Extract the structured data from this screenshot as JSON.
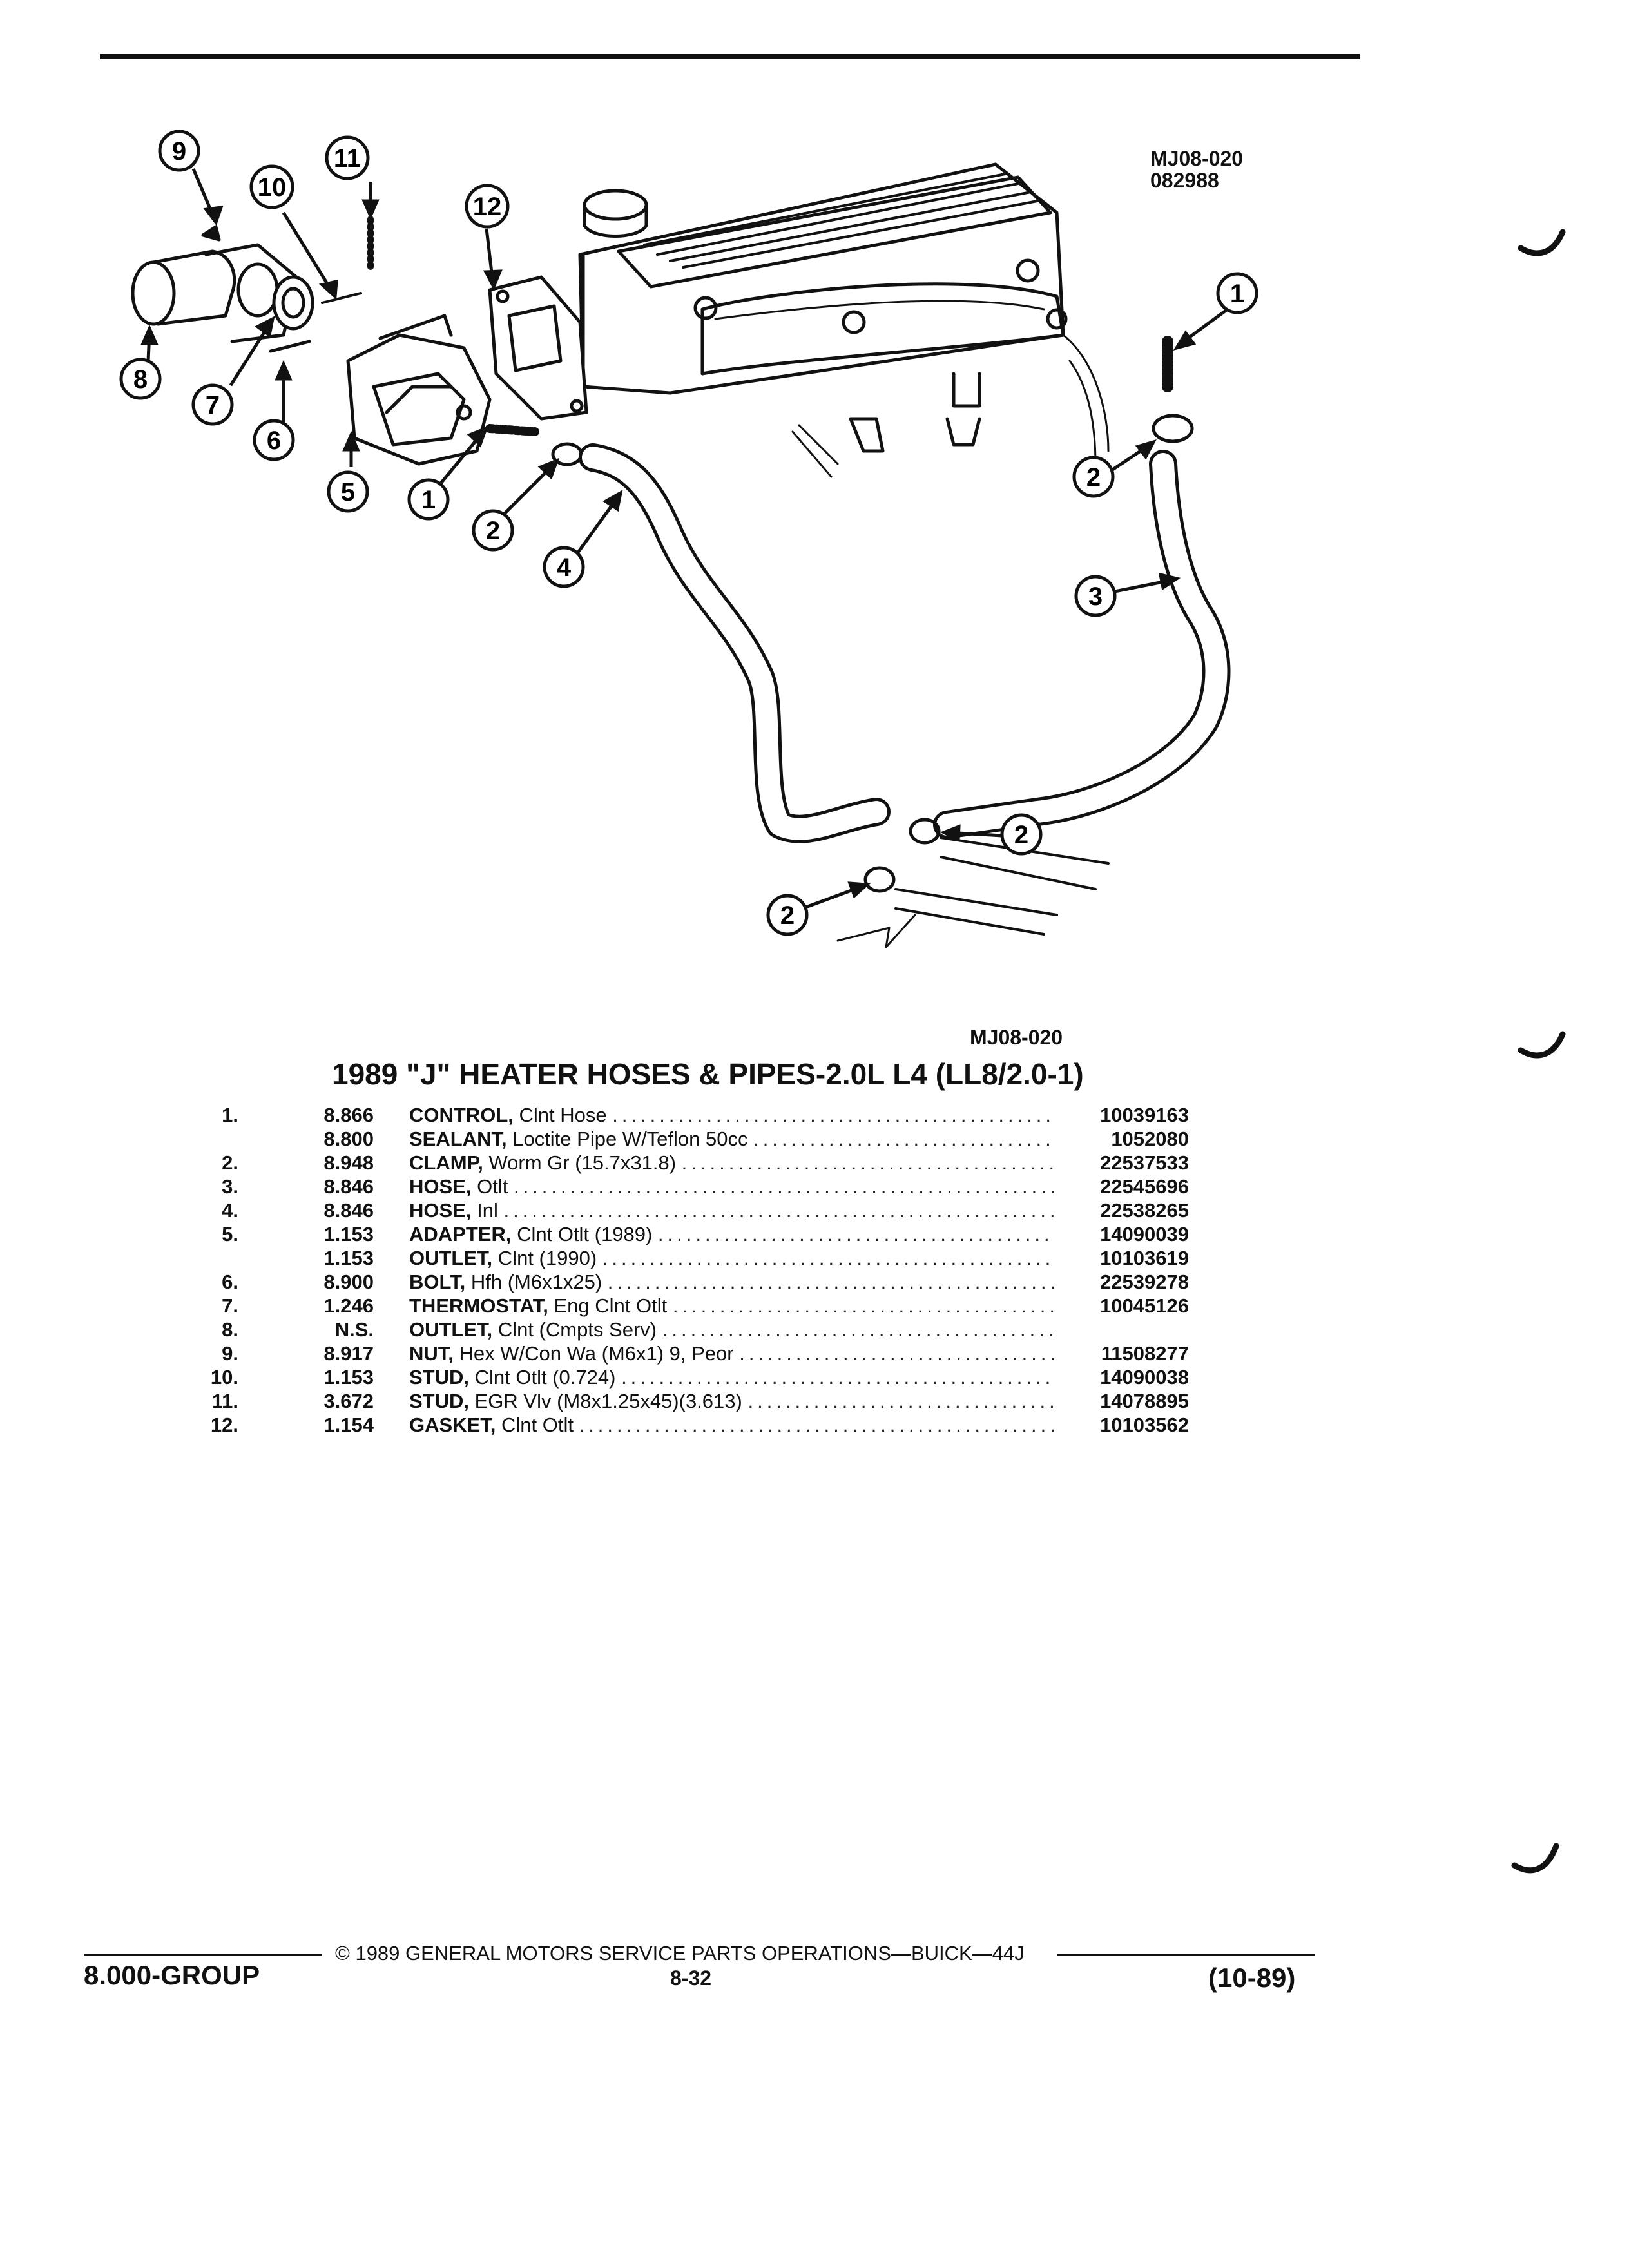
{
  "figure": {
    "code_top": "MJ08-020",
    "date_code": "082988",
    "code_bottom": "MJ08-020",
    "callouts": [
      "1",
      "2",
      "3",
      "4",
      "5",
      "6",
      "7",
      "8",
      "9",
      "10",
      "11",
      "12"
    ]
  },
  "title": "1989 \"J\" HEATER HOSES & PIPES-2.0L L4 (LL8/2.0-1)",
  "parts": [
    {
      "item": "1.",
      "group": "8.866",
      "name": "CONTROL,",
      "desc": "Clnt Hose",
      "part": "10039163"
    },
    {
      "item": "",
      "group": "8.800",
      "name": "SEALANT,",
      "desc": "Loctite Pipe W/Teflon 50cc",
      "part": "1052080"
    },
    {
      "item": "2.",
      "group": "8.948",
      "name": "CLAMP,",
      "desc": "Worm Gr (15.7x31.8)",
      "part": "22537533"
    },
    {
      "item": "3.",
      "group": "8.846",
      "name": "HOSE,",
      "desc": "Otlt",
      "part": "22545696"
    },
    {
      "item": "4.",
      "group": "8.846",
      "name": "HOSE,",
      "desc": "Inl",
      "part": "22538265"
    },
    {
      "item": "5.",
      "group": "1.153",
      "name": "ADAPTER,",
      "desc": "Clnt Otlt (1989)",
      "part": "14090039"
    },
    {
      "item": "",
      "group": "1.153",
      "name": "OUTLET,",
      "desc": "Clnt (1990)",
      "part": "10103619"
    },
    {
      "item": "6.",
      "group": "8.900",
      "name": "BOLT,",
      "desc": "Hfh (M6x1x25)",
      "part": "22539278"
    },
    {
      "item": "7.",
      "group": "1.246",
      "name": "THERMOSTAT,",
      "desc": "Eng Clnt Otlt",
      "part": "10045126"
    },
    {
      "item": "8.",
      "group": "N.S.",
      "name": "OUTLET,",
      "desc": "Clnt (Cmpts Serv)",
      "part": ""
    },
    {
      "item": "9.",
      "group": "8.917",
      "name": "NUT,",
      "desc": "Hex W/Con Wa (M6x1) 9, Peor",
      "part": "11508277"
    },
    {
      "item": "10.",
      "group": "1.153",
      "name": "STUD,",
      "desc": "Clnt Otlt (0.724)",
      "part": "14090038"
    },
    {
      "item": "11.",
      "group": "3.672",
      "name": "STUD,",
      "desc": "EGR Vlv (M8x1.25x45)(3.613)",
      "part": "14078895"
    },
    {
      "item": "12.",
      "group": "1.154",
      "name": "GASKET,",
      "desc": "Clnt Otlt",
      "part": "10103562"
    }
  ],
  "footer": {
    "copyright": "© 1989 GENERAL MOTORS SERVICE PARTS OPERATIONS—BUICK—44J",
    "group": "8.000-GROUP",
    "page": "8-32",
    "date": "(10-89)"
  }
}
